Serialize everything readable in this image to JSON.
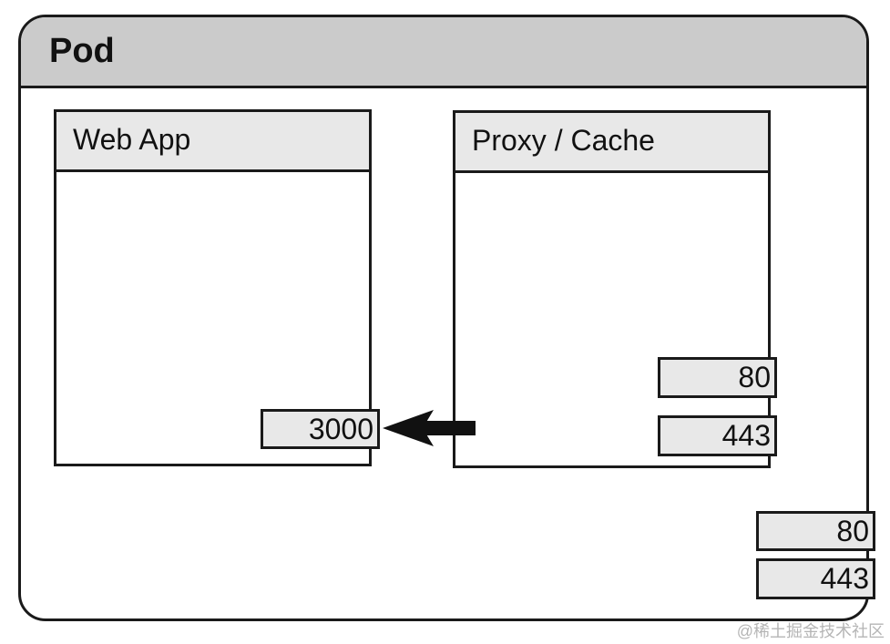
{
  "pod": {
    "title": "Pod",
    "ports": [
      "80",
      "443"
    ]
  },
  "containers": [
    {
      "title": "Web App",
      "ports": [
        "3000"
      ]
    },
    {
      "title": "Proxy / Cache",
      "ports": [
        "80",
        "443"
      ]
    }
  ],
  "watermark": "@稀土掘金技术社区"
}
